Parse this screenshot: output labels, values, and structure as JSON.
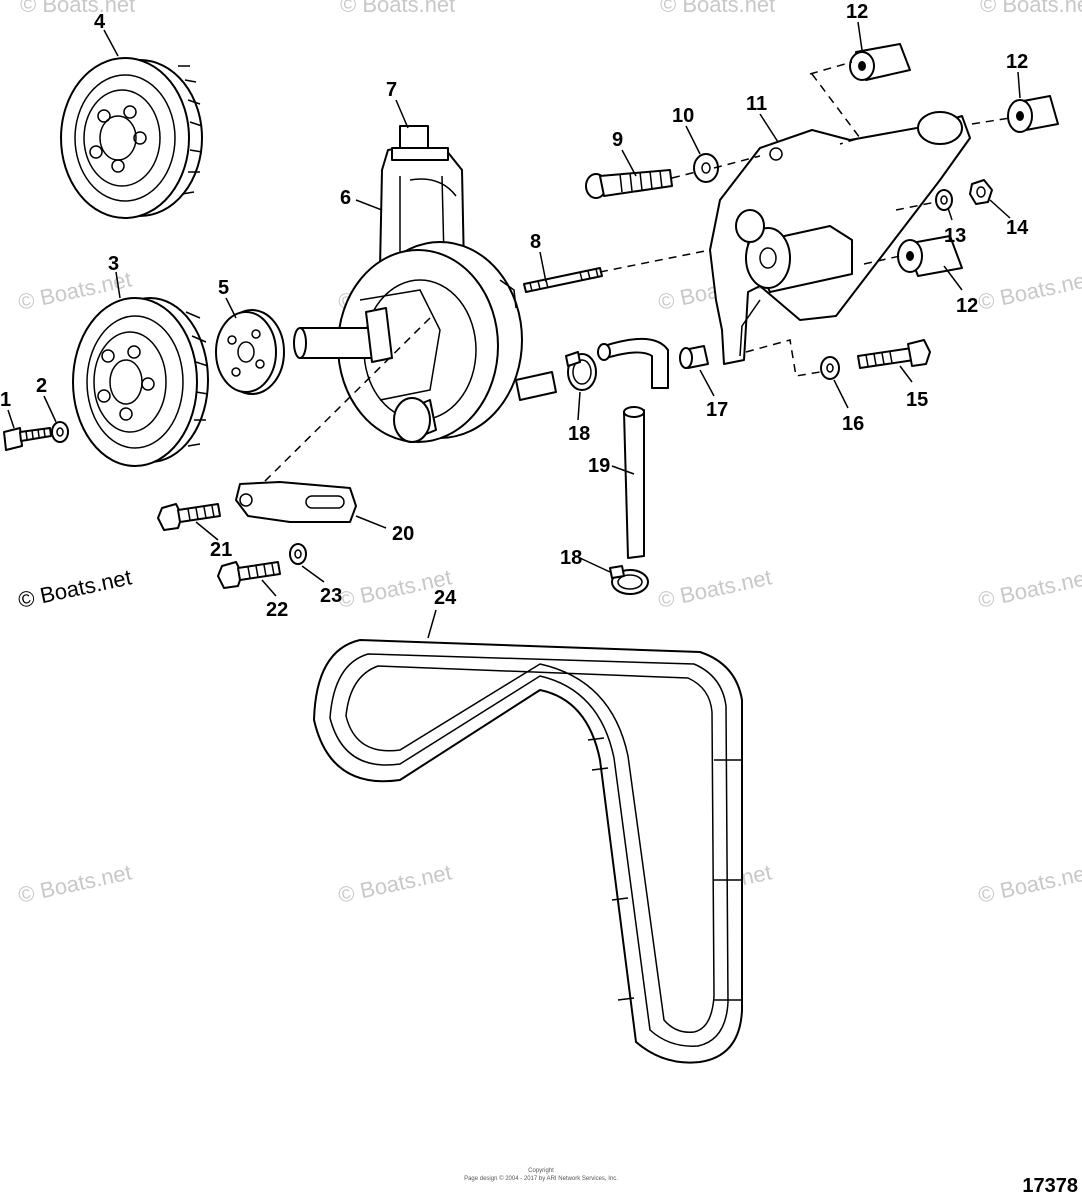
{
  "watermark": {
    "text": "© Boats.net"
  },
  "callouts": {
    "c1": "1",
    "c2": "2",
    "c3": "3",
    "c4": "4",
    "c5": "5",
    "c6": "6",
    "c7": "7",
    "c8": "8",
    "c9": "9",
    "c10": "10",
    "c11": "11",
    "c12a": "12",
    "c12b": "12",
    "c12c": "12",
    "c13": "13",
    "c14": "14",
    "c15": "15",
    "c16": "16",
    "c17": "17",
    "c18a": "18",
    "c18b": "18",
    "c19": "19",
    "c20": "20",
    "c21": "21",
    "c22": "22",
    "c23": "23",
    "c24": "24"
  },
  "footer": {
    "copyright_line1": "Copyright",
    "copyright_line2": "Page design © 2004 - 2017 by ARI Network Services, Inc.",
    "reference_number": "17378"
  }
}
